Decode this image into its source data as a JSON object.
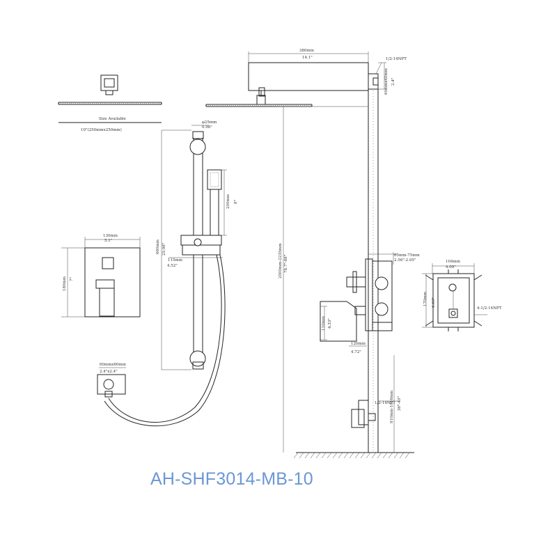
{
  "model_number": "AH-SHF3014-MB-10",
  "colors": {
    "line": "#222222",
    "model_text": "#6b97d6"
  },
  "labels": {
    "size_available": "Size Available",
    "showerhead_size": "10\"(250mmx250mm)",
    "arm_len_mm": "380mm",
    "arm_len_in": "14.1\"",
    "arm_npt": "1/2-14NPT",
    "arm_block_mm": "60mmx60mm",
    "arm_block_in": "2.4\"",
    "rail_dia_mm": "φ25mm",
    "rail_dia_in": "0.98\"",
    "hand_len_mm": "200mm",
    "hand_len_in": "8\"",
    "rail_len_mm": "660mm",
    "rail_len_in": "25.98\"",
    "holder_mm": "115mm",
    "holder_in": "4.52\"",
    "plate_w_mm": "130mm",
    "plate_w_in": "5.1\"",
    "plate_h_mm": "180mm",
    "plate_h_in": "7\"",
    "elbow_mm": "60mmx60mm",
    "elbow_in": "2.4\"x2.4\"",
    "total_h_mm": "2000mm-2235mm",
    "total_h_in": "78.7\"-88\"",
    "depth_mm": "65mm-75mm",
    "depth_in": "2.56\"-2.95\"",
    "valve_h_mm": "110mm",
    "valve_h_in": "4.33\"",
    "valve_w_mm": "120mm",
    "valve_w_in": "4.72\"",
    "outlet_h_mm": "910mm-1016mm",
    "outlet_h_in": "36\"-40\"",
    "outlet_npt": "1/2-14NPT",
    "box_w_mm": "104mm",
    "box_w_in": "4.09\"",
    "box_h_mm": "170mm",
    "box_h_in": "6.69\"",
    "box_npt": "4-1/2-14NPT"
  }
}
